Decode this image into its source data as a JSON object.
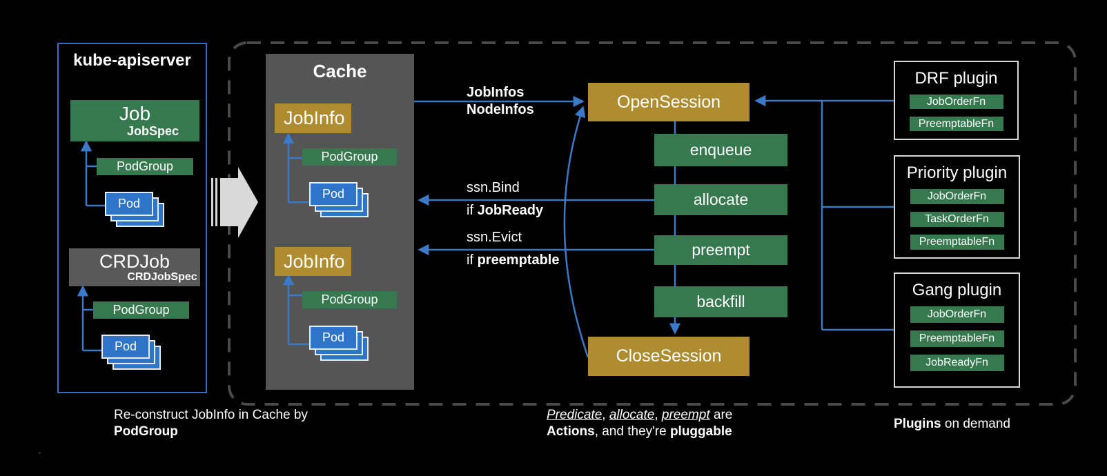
{
  "palette": {
    "green": "#36794e",
    "gold": "#ae8c2f",
    "pod_blue": "#2e74c9",
    "arrow_blue": "#3b7ac9",
    "cache_gray": "#555555",
    "api_border_blue": "#2f6ecb"
  },
  "apiserver": {
    "title": "kube-apiserver",
    "job_label": "Job",
    "job_spec": "JobSpec",
    "podgroup1": "PodGroup",
    "pod1": "Pod",
    "crdjob_label": "CRDJob",
    "crdjob_spec": "CRDJobSpec",
    "podgroup2": "PodGroup",
    "pod2": "Pod"
  },
  "cache": {
    "title": "Cache",
    "jobinfo1": "JobInfo",
    "podgroup1": "PodGroup",
    "pod1": "Pod",
    "jobinfo2": "JobInfo",
    "podgroup2": "PodGroup",
    "pod2": "Pod"
  },
  "flows": {
    "jobinfos": "JobInfos",
    "nodeinfos": "NodeInfos",
    "bind_call": "ssn.Bind",
    "bind_if": "if ",
    "bind_cond": "JobReady",
    "evict_call": "ssn.Evict",
    "evict_if": "if ",
    "evict_cond": "preemptable"
  },
  "session": {
    "open": "OpenSession",
    "close": "CloseSession",
    "actions": [
      "enqueue",
      "allocate",
      "preempt",
      "backfill"
    ]
  },
  "plugins": [
    {
      "title": "DRF plugin",
      "fns": [
        "JobOrderFn",
        "PreemptableFn"
      ]
    },
    {
      "title": "Priority plugin",
      "fns": [
        "JobOrderFn",
        "TaskOrderFn",
        "PreemptableFn"
      ]
    },
    {
      "title": "Gang plugin",
      "fns": [
        "JobOrderFn",
        "PreemptableFn",
        "JobReadyFn"
      ]
    }
  ],
  "captions": {
    "left": {
      "line1": "Re-construct JobInfo in Cache by",
      "line2": "PodGroup"
    },
    "middle": {
      "predicate": "Predicate",
      "comma1": ", ",
      "allocate": "allocate",
      "comma2": ", ",
      "preempt": "preempt",
      "are": " are",
      "actions": "Actions",
      "mid": ", and they're ",
      "pluggable": "pluggable"
    },
    "right": {
      "plugins": "Plugins",
      "rest": " on demand"
    }
  }
}
